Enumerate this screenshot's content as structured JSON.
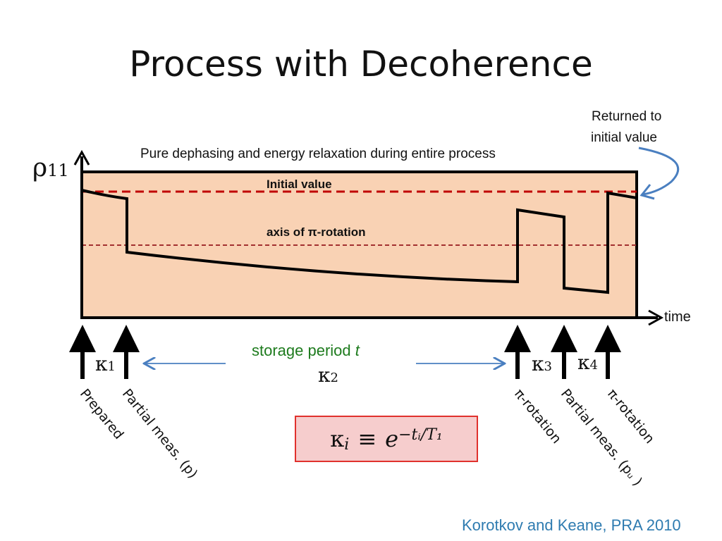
{
  "slide": {
    "title": "Process with Decoherence",
    "top_note": "Pure dephasing and energy relaxation during entire process",
    "returned_note_line1": "Returned to",
    "returned_note_line2": "initial value",
    "y_axis_symbol": "ρ",
    "y_axis_subscript": "11",
    "x_axis_label": "time",
    "initial_value_label": "Initial value",
    "pi_axis_label": "axis of π-rotation",
    "storage_label_text": "storage period ",
    "storage_label_var": "t",
    "kappa": "κ",
    "kappa_subscripts": [
      "1",
      "2",
      "3",
      "4"
    ],
    "event_labels": [
      "Prepared",
      "Partial meas. (p)",
      "π-rotation",
      "Partial meas. (pᵤ )",
      "π-rotation"
    ],
    "formula": {
      "lhs": "κ",
      "lhs_sub": "i",
      "equiv": "≡",
      "base": "e",
      "exponent": "−tᵢ/T₁"
    },
    "citation": "Korotkov and Keane, PRA 2010"
  },
  "colors": {
    "plot_fill": "#f9d2b4",
    "initial_dash": "#c00000",
    "pi_axis_dash": "#a33030",
    "storage_text": "#1e7b1e",
    "citation": "#2e7bb0",
    "blue_arrow": "#4a7fc0",
    "formula_border": "#e0312d",
    "formula_fill": "#f6cdcd"
  }
}
